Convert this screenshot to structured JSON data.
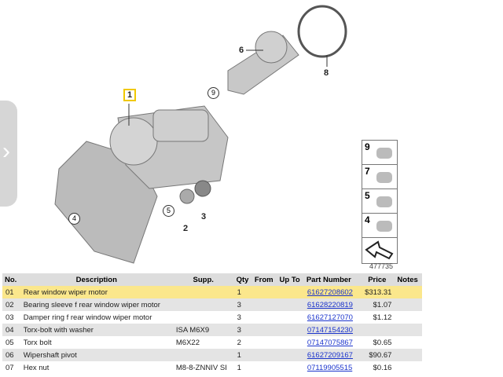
{
  "diagram": {
    "callouts": [
      "1",
      "9",
      "6",
      "8",
      "4",
      "5",
      "2",
      "3"
    ],
    "highlighted_callout": "1",
    "highlight_color": "#f0c800",
    "image_number": "477735",
    "legend": [
      "9",
      "7",
      "5",
      "4"
    ]
  },
  "table": {
    "headers": [
      "No.",
      "Description",
      "Supp.",
      "Qty",
      "From",
      "Up To",
      "Part Number",
      "Price",
      "Notes"
    ],
    "rows": [
      {
        "no": "01",
        "desc": "Rear window wiper motor",
        "supp": "",
        "qty": "1",
        "from": "",
        "upto": "",
        "part": "61627208602",
        "price": "$313.31",
        "notes": "",
        "selected": true
      },
      {
        "no": "02",
        "desc": "Bearing sleeve f rear window wiper motor",
        "supp": "",
        "qty": "3",
        "from": "",
        "upto": "",
        "part": "61628220819",
        "price": "$1.07",
        "notes": ""
      },
      {
        "no": "03",
        "desc": "Damper ring f rear window wiper motor",
        "supp": "",
        "qty": "3",
        "from": "",
        "upto": "",
        "part": "61627127070",
        "price": "$1.12",
        "notes": ""
      },
      {
        "no": "04",
        "desc": "Torx-bolt with washer",
        "supp": "ISA M6X9",
        "qty": "3",
        "from": "",
        "upto": "",
        "part": "07147154230",
        "price": "",
        "notes": ""
      },
      {
        "no": "05",
        "desc": "Torx bolt",
        "supp": "M6X22",
        "qty": "2",
        "from": "",
        "upto": "",
        "part": "07147075867",
        "price": "$0.65",
        "notes": ""
      },
      {
        "no": "06",
        "desc": "Wipershaft pivot",
        "supp": "",
        "qty": "1",
        "from": "",
        "upto": "",
        "part": "61627209167",
        "price": "$90.67",
        "notes": ""
      },
      {
        "no": "07",
        "desc": "Hex nut",
        "supp": "M8-8-ZNNIV SI",
        "qty": "1",
        "from": "",
        "upto": "",
        "part": "07119905515",
        "price": "$0.16",
        "notes": ""
      }
    ]
  }
}
